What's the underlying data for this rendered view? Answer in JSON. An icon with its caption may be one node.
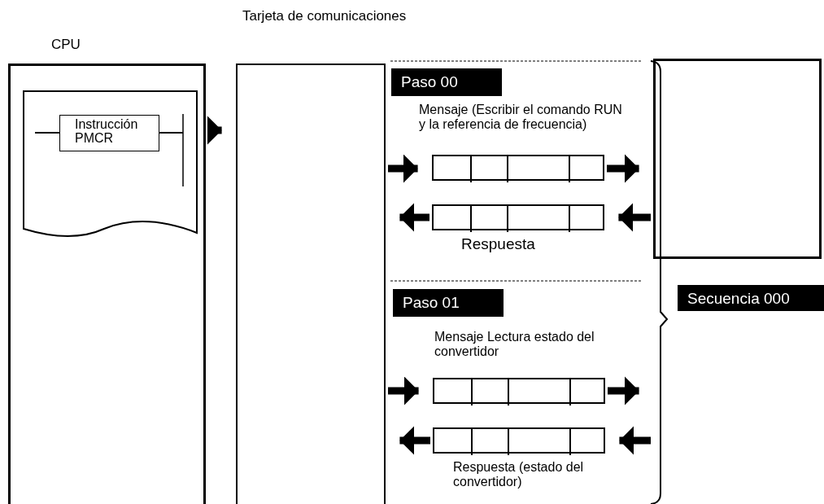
{
  "diagram": {
    "nodes": [
      {
        "text": [
          "CPU"
        ]
      },
      {
        "text": [],
        "shape": "box",
        "in": 0
      },
      {
        "text": [
          "Instrucción PMCR"
        ],
        "in": 1
      },
      {
        "text": [
          "Tarjeta de comunicaciones"
        ]
      },
      {
        "text": [],
        "shape": "box"
      },
      {
        "text": [
          "Paso 00"
        ]
      },
      {
        "text": [
          "Paso 01"
        ]
      },
      {
        "text": [
          "Secuencia 000"
        ]
      },
      {
        "text": [],
        "shape": "box"
      },
      {
        "text": [],
        "shape": "box",
        "beside": [
          "Respuesta"
        ]
      },
      {
        "text": [],
        "shape": "box",
        "beside": [
          "Mensaje Lectura estado del convertidor"
        ]
      },
      {
        "text": [],
        "shape": "box",
        "beside": [
          "Respuesta (estado del convertidor)"
        ]
      }
    ],
    "edges": [
      {
        "from": 0,
        "to": 3,
        "arrow": "to"
      },
      {
        "from": 3,
        "to": 8,
        "arrow": "to"
      },
      {
        "from": 8,
        "to": 4,
        "arrow": "to"
      },
      {
        "from": 9,
        "to": 3,
        "arrow": "to"
      },
      {
        "from": 4,
        "to": 9,
        "arrow": "to"
      },
      {
        "from": 3,
        "to": 10,
        "arrow": "to"
      },
      {
        "from": 10,
        "to": 4,
        "arrow": "to"
      },
      {
        "from": 11,
        "to": 3,
        "arrow": "to"
      },
      {
        "from": 4,
        "to": 11,
        "arrow": "to"
      }
    ],
    "labels": [
      "Mensaje (Escribir el comando RUN y la referencia de frecuencia)"
    ]
  }
}
